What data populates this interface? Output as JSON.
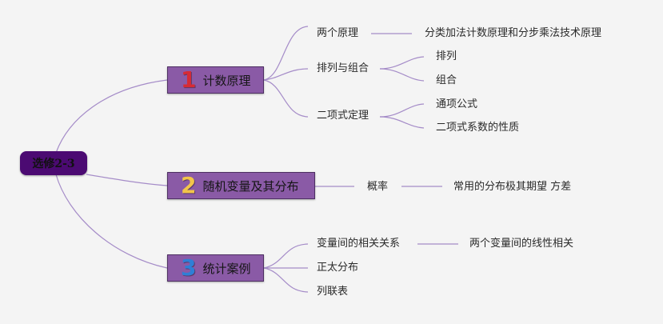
{
  "mindmap": {
    "root": "选修2-3",
    "line_color": "#a58cc8",
    "branches": [
      {
        "num": "1",
        "num_color": "#d62b35",
        "label": "计数原理",
        "children": [
          {
            "label": "两个原理",
            "children": [
              "分类加法计数原理和分步乘法技术原理"
            ]
          },
          {
            "label": "排列与组合",
            "children": [
              "排列",
              "组合"
            ]
          },
          {
            "label": "二项式定理",
            "children": [
              "通项公式",
              "二项式系数的性质"
            ]
          }
        ]
      },
      {
        "num": "2",
        "num_color": "#f3c54a",
        "label": "随机变量及其分布",
        "children": [
          {
            "label": "概率",
            "children": [
              "常用的分布极其期望 方差"
            ]
          }
        ]
      },
      {
        "num": "3",
        "num_color": "#2f7fd6",
        "label": "统计案例",
        "children": [
          {
            "label": "变量间的相关关系",
            "children": [
              "两个变量间的线性相关"
            ]
          },
          {
            "label": "正太分布",
            "children": []
          },
          {
            "label": "列联表",
            "children": []
          }
        ]
      }
    ]
  }
}
